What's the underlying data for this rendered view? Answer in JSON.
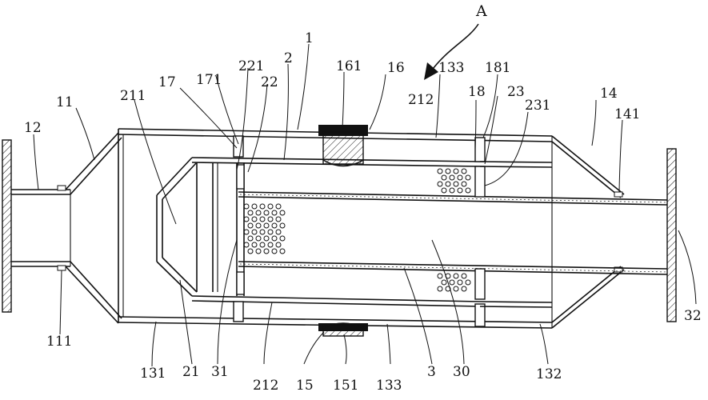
{
  "figure": {
    "view_label": "A",
    "labels": {
      "l1": "1",
      "l2": "2",
      "l3": "3",
      "l11": "11",
      "l12": "12",
      "l14": "14",
      "l15": "15",
      "l16": "16",
      "l17": "17",
      "l18": "18",
      "l21": "21",
      "l22": "22",
      "l23": "23",
      "l30": "30",
      "l31": "31",
      "l32": "32",
      "l111": "111",
      "l131": "131",
      "l132": "132",
      "l133a": "133",
      "l133b": "133",
      "l141": "141",
      "l151": "151",
      "l161": "161",
      "l171": "171",
      "l181": "181",
      "l211": "211",
      "l212a": "212",
      "l212b": "212",
      "l221": "221",
      "l231": "231"
    }
  }
}
